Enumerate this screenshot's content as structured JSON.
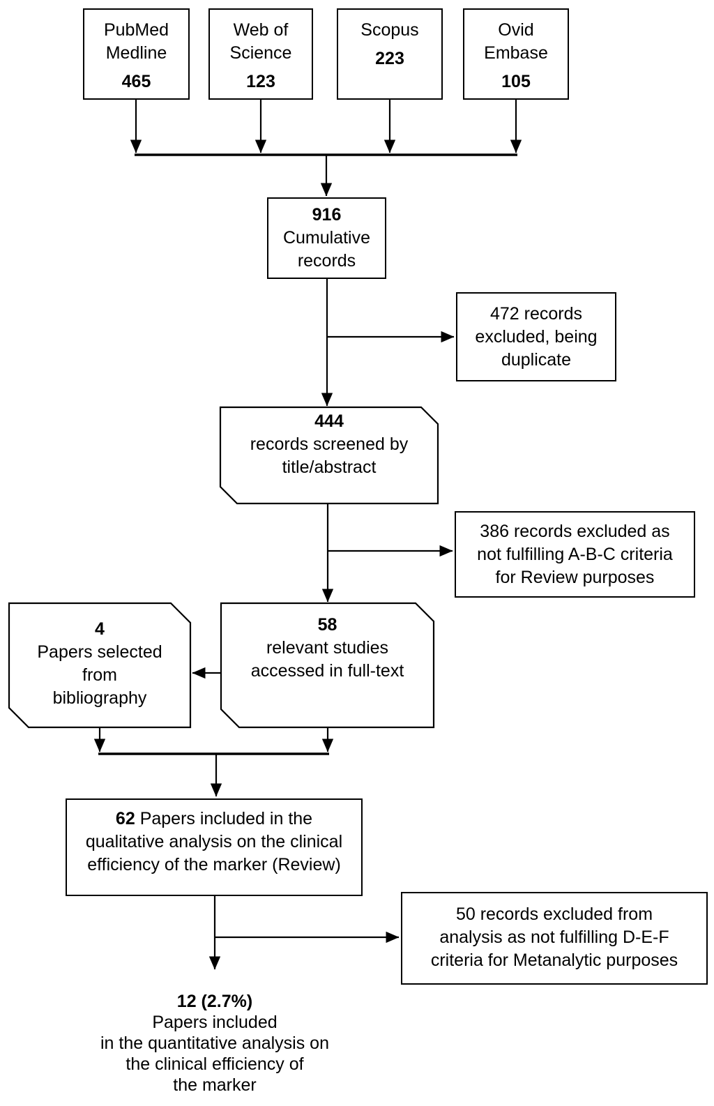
{
  "colors": {
    "line": "#000000",
    "box_border": "#000000",
    "box_background": "#ffffff",
    "text": "#000000",
    "page_background": "#ffffff"
  },
  "flowchart": {
    "sources": [
      {
        "lines": [
          "PubMed",
          "Medline"
        ],
        "count": "465"
      },
      {
        "lines": [
          "Web of",
          "Science"
        ],
        "count": "123"
      },
      {
        "lines": [
          "Scopus"
        ],
        "count": "223"
      },
      {
        "lines": [
          "Ovid",
          "Embase"
        ],
        "count": "105"
      }
    ],
    "cumulative": {
      "count": "916",
      "lines": [
        "Cumulative",
        "records"
      ]
    },
    "excluded_duplicates": {
      "lines": [
        "472 records",
        "excluded, being",
        "duplicate"
      ]
    },
    "screened": {
      "count": "444",
      "lines": [
        "records screened by",
        "title/abstract"
      ]
    },
    "excluded_criteria": {
      "lines": [
        "386 records excluded as",
        "not fulfilling A-B-C criteria",
        "for Review purposes"
      ]
    },
    "bibliography": {
      "count": "4",
      "lines": [
        "Papers selected",
        "from",
        "bibliography"
      ]
    },
    "fulltext": {
      "count": "58",
      "lines": [
        "relevant studies",
        "accessed in full-text"
      ]
    },
    "qualitative": {
      "count": "62",
      "lines": [
        "Papers included in the",
        "qualitative analysis on the clinical",
        "efficiency of the marker (Review)"
      ]
    },
    "excluded_meta": {
      "lines": [
        "50 records excluded from",
        "analysis as not fulfilling D-E-F",
        "criteria for Metanalytic purposes"
      ]
    },
    "quantitative": {
      "count": "12 (2.7%)",
      "lines": [
        "Papers included",
        "in the quantitative analysis on",
        "the clinical efficiency of",
        "the marker"
      ]
    }
  }
}
